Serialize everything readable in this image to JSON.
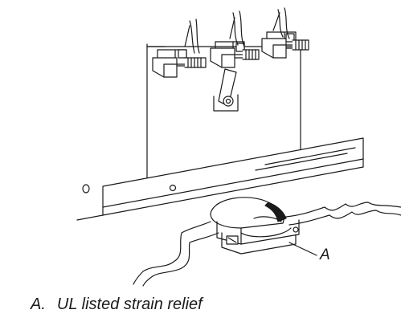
{
  "callout": {
    "letter": "A"
  },
  "caption": {
    "letter": "A.",
    "text": "UL listed strain relief"
  }
}
